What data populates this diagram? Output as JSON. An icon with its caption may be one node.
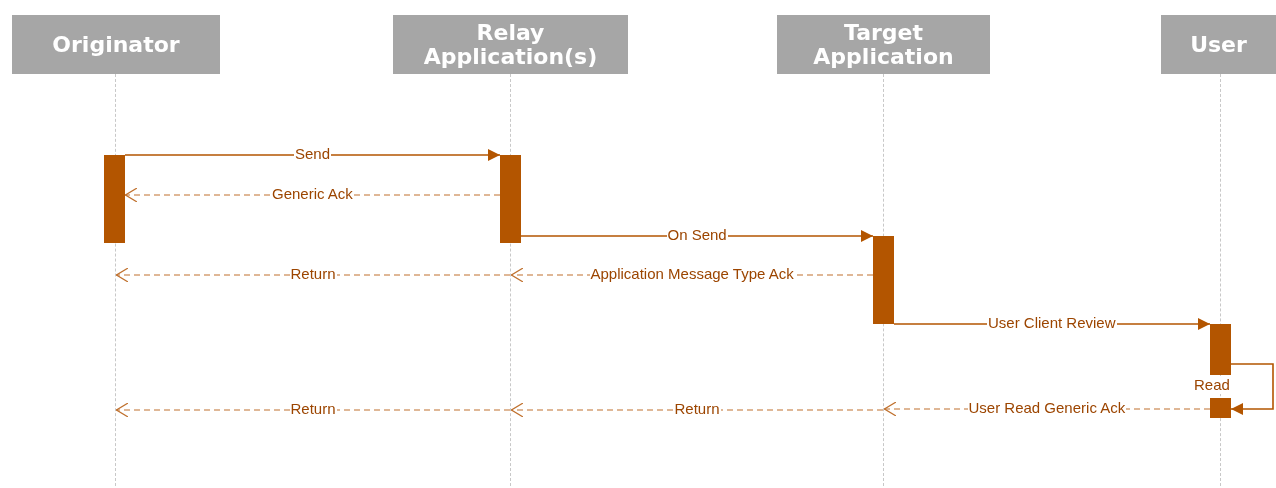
{
  "diagram": {
    "nodes": [
      {
        "text": [
          "Originator"
        ]
      },
      {
        "text": [
          "Relay Application(s)"
        ]
      },
      {
        "text": [
          "Target Application"
        ]
      },
      {
        "text": [
          "User"
        ]
      },
      {
        "text": [],
        "shape": "line"
      },
      {
        "text": [],
        "shape": "line"
      },
      {
        "text": [],
        "shape": "line"
      },
      {
        "text": [],
        "shape": "line"
      },
      {
        "text": [],
        "shape": "bar"
      },
      {
        "text": [],
        "shape": "bar"
      },
      {
        "text": [],
        "shape": "bar"
      },
      {
        "text": [],
        "shape": "bar"
      },
      {
        "text": [],
        "shape": "bar"
      }
    ],
    "edges": [
      {
        "from": 8,
        "to": 9,
        "arrow": "to",
        "label": "Send"
      },
      {
        "from": 9,
        "to": 8,
        "arrow": "to",
        "label": "Generic Ack",
        "style": "dashed"
      },
      {
        "from": 9,
        "to": 10,
        "arrow": "to",
        "label": "On Send"
      },
      {
        "from": 5,
        "to": 4,
        "arrow": "to",
        "label": "Return",
        "style": "dashed"
      },
      {
        "from": 10,
        "to": 5,
        "arrow": "to",
        "label": "Application  Message Type Ack",
        "style": "dashed"
      },
      {
        "from": 10,
        "to": 11,
        "arrow": "to",
        "label": "User Client Review"
      },
      {
        "from": 11,
        "to": 12,
        "arrow": "to",
        "label": "Read"
      },
      {
        "from": 5,
        "to": 4,
        "arrow": "to",
        "label": "Return",
        "style": "dashed"
      },
      {
        "from": 6,
        "to": 5,
        "arrow": "to",
        "label": "Return",
        "style": "dashed"
      },
      {
        "from": 12,
        "to": 6,
        "arrow": "to",
        "label": "User Read Generic Ack",
        "style": "dashed"
      }
    ]
  }
}
